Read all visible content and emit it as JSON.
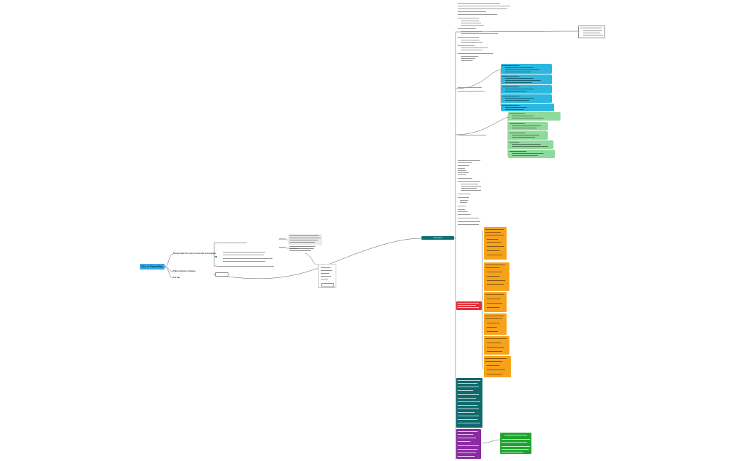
{
  "root": {
    "title": "Dis & Plaza Bay"
  },
  "hub": {
    "title": "Overview"
  },
  "branches": [
    {
      "label": "Brought under the control of new town in throughout"
    },
    {
      "label": "CNG & Analysis & Tentative"
    },
    {
      "label": "The Gap"
    }
  ],
  "colors": {
    "root": "#35a8e4",
    "hub": "#0e6f73",
    "cyan": "#2cb8de",
    "green": "#8fd99a",
    "orange": "#f7a21b",
    "red": "#e0313a",
    "teal": "#0f6a6e",
    "purple": "#8a2ca3",
    "bright_green": "#1fa52e",
    "connector": "#555555"
  }
}
